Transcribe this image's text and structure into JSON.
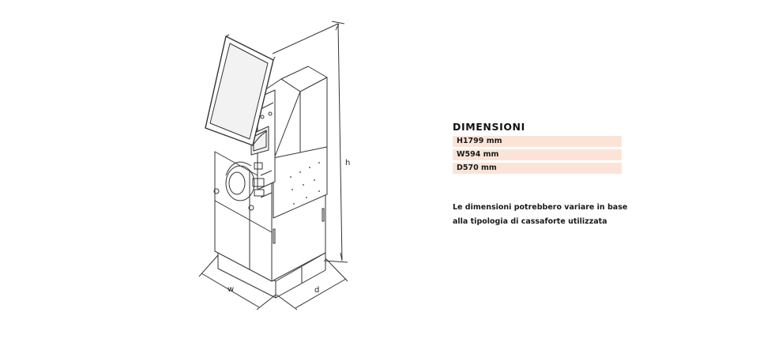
{
  "drawing": {
    "dimension_labels": {
      "height": "h",
      "width": "w",
      "depth": "d"
    }
  },
  "specs": {
    "title": "DIMENSIONI",
    "rows": [
      "H1799 mm",
      "W594 mm",
      "D570 mm"
    ]
  },
  "note": {
    "lines": [
      "Le dimensioni potrebbero variare in base",
      "alla tipologia di cassaforte utilizzata"
    ]
  },
  "colors": {
    "row_background": "#fbe4d7",
    "line": "#333333",
    "screen_fill": "#f2f2f2"
  }
}
